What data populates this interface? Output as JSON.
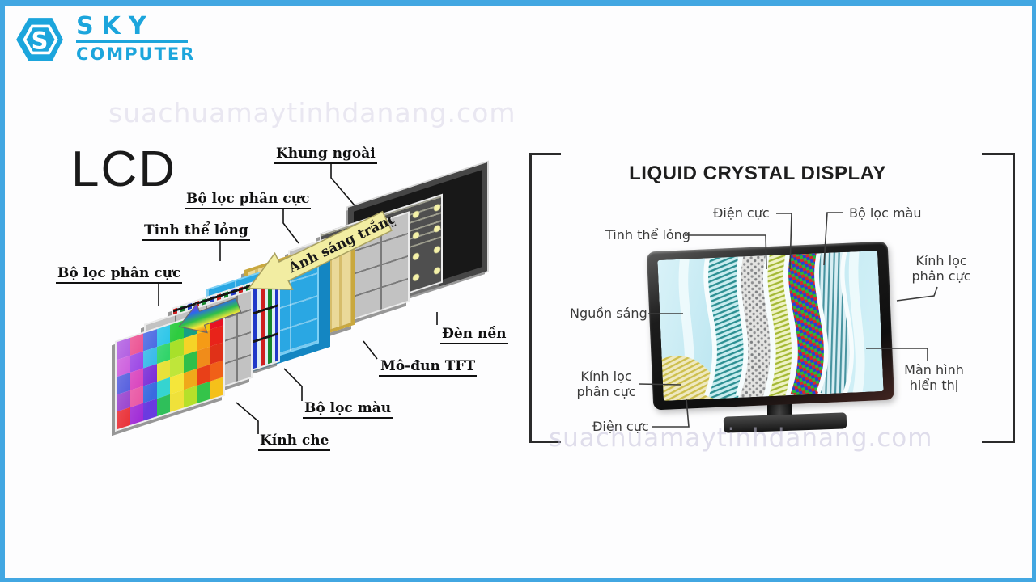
{
  "page": {
    "border_color": "#42a7e2",
    "background": "#fdfdfe"
  },
  "branding": {
    "logo_letter": "S",
    "name_top": "SKY",
    "name_bottom": "COMPUTER",
    "accent": "#1ca5dc"
  },
  "watermark": {
    "text": "suachuamaytinhdanang.com"
  },
  "left_diagram": {
    "title": "LCD",
    "labels": {
      "khung_ngoai": "Khung ngoài",
      "bo_loc_phan_cuc_top": "Bộ lọc phân cực",
      "tinh_the_long": "Tinh thể lỏng",
      "bo_loc_phan_cuc_left": "Bộ lọc phân cực",
      "anh_sang_trang": "Ánh sáng trắng",
      "den_nen": "Đèn nền",
      "mo_dun_tft": "Mô-đun TFT",
      "bo_loc_mau": "Bộ lọc màu",
      "kinh_che": "Kính che"
    },
    "screen_colors": [
      [
        "#9b30d9",
        "#e8317e",
        "#3a5be0",
        "#27c4e8",
        "#2ecc40",
        "#16a085",
        "#f1c40f",
        "#e81123"
      ],
      [
        "#c13ad6",
        "#8e2de2",
        "#2bb5e8",
        "#31d46a",
        "#a8e02a",
        "#f5d327",
        "#f59b16",
        "#e8231a"
      ],
      [
        "#3a45d9",
        "#d633b8",
        "#7a2bd6",
        "#e8e13a",
        "#bfe63a",
        "#2fbf4a",
        "#f08c1a",
        "#e03118"
      ],
      [
        "#8e30c9",
        "#e84fa0",
        "#3a6be0",
        "#35d4d0",
        "#f5e63a",
        "#f0a81a",
        "#e84018",
        "#f06018"
      ],
      [
        "#e8232a",
        "#a02bd6",
        "#6a3ae0",
        "#2fbf5a",
        "#efe13a",
        "#b5e02a",
        "#35c44a",
        "#f5c01a"
      ]
    ]
  },
  "right_diagram": {
    "title": "LIQUID CRYSTAL DISPLAY",
    "labels": {
      "dien_cuc_top": "Điện cực",
      "bo_loc_mau": "Bộ lọc màu",
      "tinh_the_long": "Tinh thể lỏng",
      "kinh_loc_phan_cuc_right": "Kính lọc phân cực",
      "nguon_sang": "Nguồn sáng",
      "kinh_loc_phan_cuc_left": "Kính lọc phân cực",
      "dien_cuc_bottom": "Điện cực",
      "man_hinh_hien_thi": "Màn hình hiển thị"
    }
  }
}
